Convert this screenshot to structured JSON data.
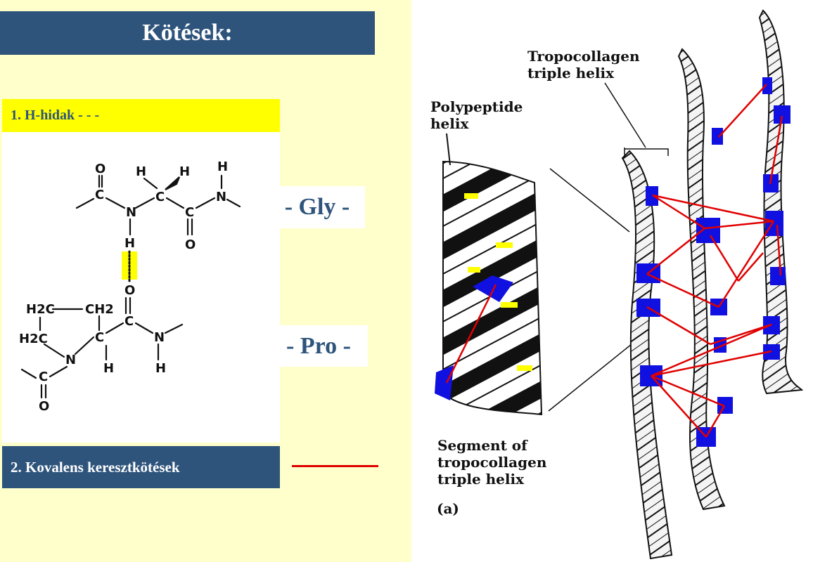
{
  "header": {
    "title": "Kötések:"
  },
  "legend": {
    "hbond_label": "1. H-hidak - - -",
    "covalent_label": "2. Kovalens keresztkötések"
  },
  "residues": {
    "gly": "- Gly -",
    "pro": "- Pro -"
  },
  "chem_atoms": {
    "o": "O",
    "c": "C",
    "n": "N",
    "h": "H",
    "ch2_a": "H2C",
    "ch2_b": "CH2",
    "ch2_c": "H2C"
  },
  "figure": {
    "tropocollagen_label": "Tropocollagen\ntriple helix",
    "polypeptide_label": "Polypeptide\nhelix",
    "segment_label": "Segment of\ntropocollagen\ntriple helix",
    "panel_label": "(a)"
  },
  "colors": {
    "title_bg": "#2e547c",
    "left_bg": "#ffffcc",
    "hbond_highlight": "#ffff00",
    "crosslink": "#e00000",
    "crosslink_site": "#0000ee"
  }
}
